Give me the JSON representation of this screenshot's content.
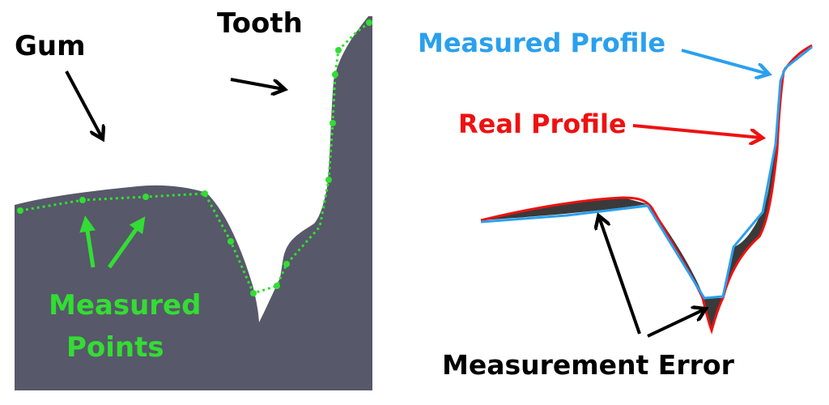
{
  "labels": {
    "gum": "Gum",
    "tooth": "Tooth",
    "measured_points_1": "Measured",
    "measured_points_2": "Points",
    "measured_profile": "Measured Profile",
    "real_profile": "Real Profile",
    "measurement_error": "Measurement Error"
  },
  "colors": {
    "tissue": "#575869",
    "measured_points": "#33dd33",
    "measured_profile": "#2aa0ee",
    "real_profile": "#ee1111",
    "error_fill": "#3a3a3a",
    "annotation_text": "#000000"
  },
  "icons": [
    "arrow-icon"
  ]
}
